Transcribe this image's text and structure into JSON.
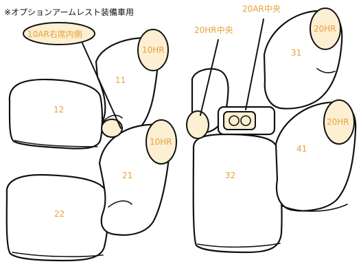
{
  "note": "※オプションアームレスト装備車用",
  "callouts": {
    "armrest_10ar_right": "10AR右席内側",
    "armrest_20ar_center": "20AR中央",
    "headrest_20hr_center": "20HR中央"
  },
  "headrests": {
    "hr_10_front": "10HR",
    "hr_10_second": "10HR",
    "hr_20_top": "20HR",
    "hr_20_right": "20HR"
  },
  "seats": {
    "s11": "11",
    "s12": "12",
    "s21": "21",
    "s22": "22",
    "s31": "31",
    "s32": "32",
    "s41": "41"
  },
  "colors": {
    "label": "#e8a13a",
    "bubble_fill": "#fcefd2",
    "outline": "#111111"
  }
}
